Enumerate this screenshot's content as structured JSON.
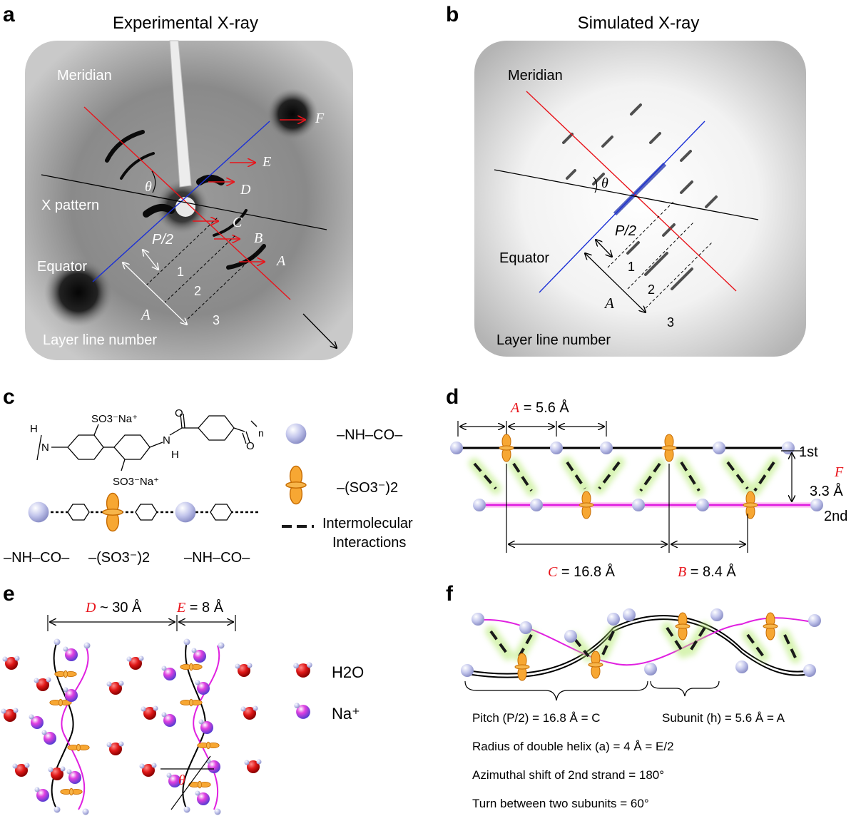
{
  "panels": {
    "a": {
      "letter": "a",
      "title": "Experimental X-ray",
      "meridian": "Meridian",
      "x_pattern": "X pattern",
      "equator": "Equator",
      "layer_line_number": "Layer line number",
      "theta": "θ",
      "half_pitch": "P/2",
      "A": "A",
      "layers": [
        "1",
        "2",
        "3"
      ],
      "arrow_labels": [
        "F",
        "E",
        "D",
        "C",
        "B",
        "A"
      ]
    },
    "b": {
      "letter": "b",
      "title": "Simulated X-ray",
      "meridian": "Meridian",
      "equator": "Equator",
      "layer_line_number": "Layer line number",
      "theta": "θ",
      "half_pitch": "P/2",
      "A": "A",
      "layers": [
        "1",
        "2",
        "3"
      ]
    },
    "c": {
      "letter": "c",
      "so3_top": "SO3⁻Na⁺",
      "so3_bottom": "SO3⁻Na⁺",
      "h_left": "H",
      "n_left": "N",
      "h_right": "H",
      "n_right": "N",
      "o_1": "O",
      "o_2": "O",
      "n_sub": "n",
      "legend": {
        "amide": "–NH–CO–",
        "sulfonate": "–(SO3⁻)2",
        "interactions_1": "Intermolecular",
        "interactions_2": "Interactions"
      },
      "bottom_labels": [
        "–NH–CO–",
        "–(SO3⁻)2",
        "–NH–CO–"
      ]
    },
    "d": {
      "letter": "d",
      "A_label": "A",
      "A_value": " = 5.6 Å",
      "C_label": "C",
      "C_value": " = 16.8 Å",
      "B_label": "B",
      "B_value": " = 8.4 Å",
      "F_label": "F",
      "F_value": "3.3 Å",
      "strand_1": "1st",
      "strand_2": "2nd"
    },
    "e": {
      "letter": "e",
      "D_label": "D",
      "D_value": " ~ 30 Å",
      "E_label": "E",
      "E_value": " = 8 Å",
      "theta": "θ",
      "legend_water": "H2O",
      "legend_na": "Na⁺"
    },
    "f": {
      "letter": "f",
      "lines": [
        "Pitch (P/2) = 16.8 Å = C",
        "Subunit (h) = 5.6 Å = A",
        "Radius of double helix (a) = 4 Å = E/2",
        "Azimuthal shift of 2nd strand = 180°",
        "Turn between two subunits = 60°"
      ]
    }
  },
  "colors": {
    "red": "#e8141b",
    "blue": "#1a2fd6",
    "magenta": "#e020e0",
    "orange": "#f39a1e",
    "sphere": "#b9bde6",
    "water": "#d41a1a",
    "interaction": "#2d3a1a"
  }
}
